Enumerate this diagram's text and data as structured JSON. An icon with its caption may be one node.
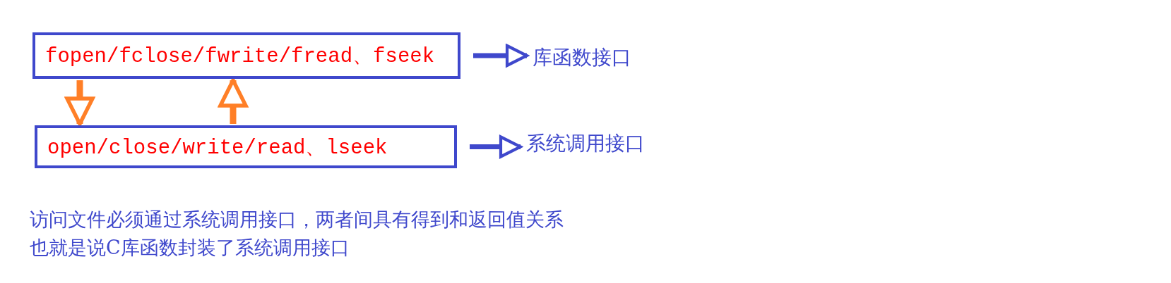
{
  "diagram": {
    "nodes": [
      {
        "text": [
          "fopen/fclose/fwrite/fread、fseek"
        ]
      },
      {
        "text": [
          "库函数接口"
        ]
      },
      {
        "text": [
          "open/close/write/read、lseek"
        ]
      },
      {
        "text": [
          "系统调用接口"
        ]
      }
    ],
    "edges": [
      {
        "from": 0,
        "to": 1,
        "arrow": "to",
        "color": "#3f48cc"
      },
      {
        "from": 2,
        "to": 3,
        "arrow": "to",
        "color": "#3f48cc"
      },
      {
        "from": 0,
        "to": 2,
        "arrow": "to",
        "color": "#ff7f27"
      },
      {
        "from": 2,
        "to": 0,
        "arrow": "to",
        "color": "#ff7f27"
      }
    ],
    "labels": [
      "访问文件必须通过系统调用接口，两者间具有得到和返回值关系",
      "也就是说C库函数封装了系统调用接口"
    ]
  }
}
